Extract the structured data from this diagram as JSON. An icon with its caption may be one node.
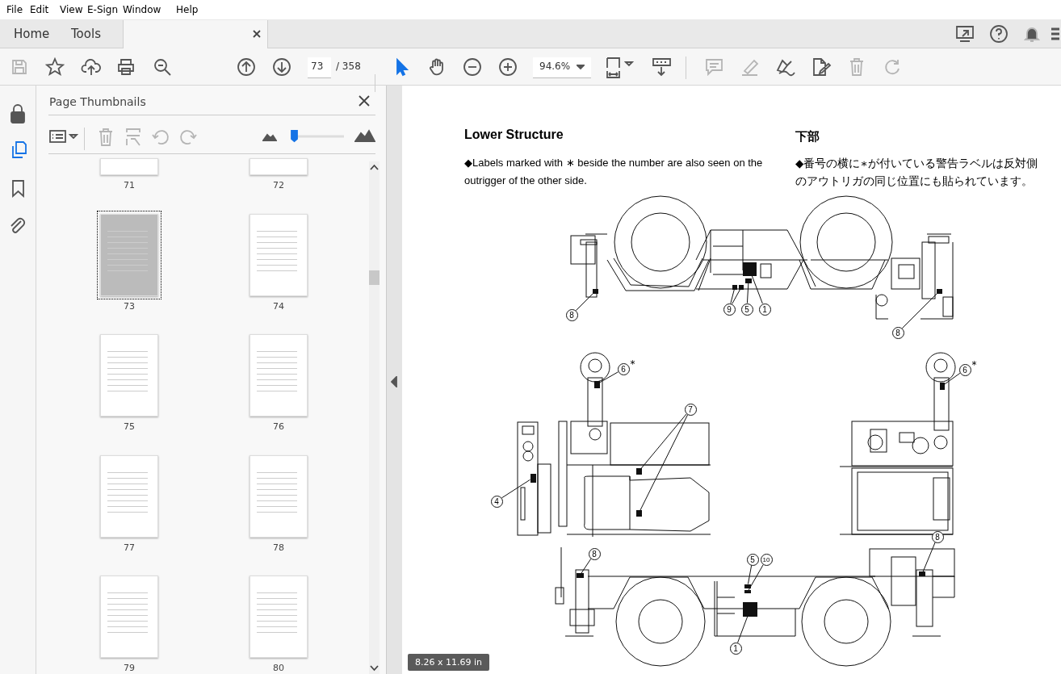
{
  "diagram": {
    "title": "Lower Structure",
    "nodes": [
      {
        "text": [
          "8"
        ]
      },
      {
        "text": [],
        "shape": "box"
      },
      {
        "text": [
          "9"
        ]
      },
      {
        "text": [],
        "shape": "box"
      },
      {
        "text": [],
        "shape": "box"
      },
      {
        "text": [
          "5"
        ]
      },
      {
        "text": [],
        "shape": "box"
      },
      {
        "text": [
          "1"
        ]
      },
      {
        "text": [],
        "shape": "box"
      },
      {
        "text": [
          "8"
        ]
      },
      {
        "text": [],
        "shape": "box"
      },
      {
        "text": [
          "6"
        ],
        "beside": [
          "*"
        ]
      },
      {
        "text": [],
        "shape": "box"
      },
      {
        "text": [
          "7"
        ]
      },
      {
        "text": [],
        "shape": "box"
      },
      {
        "text": [],
        "shape": "box"
      },
      {
        "text": [
          "4"
        ]
      },
      {
        "text": [],
        "shape": "box"
      },
      {
        "text": [
          "6"
        ],
        "beside": [
          "*"
        ]
      },
      {
        "text": [],
        "shape": "box"
      },
      {
        "text": [
          "8"
        ]
      },
      {
        "text": [],
        "shape": "box"
      },
      {
        "text": [
          "8"
        ]
      },
      {
        "text": [],
        "shape": "box"
      },
      {
        "text": [
          "5"
        ]
      },
      {
        "text": [],
        "shape": "box"
      },
      {
        "text": [
          "10"
        ]
      },
      {
        "text": [],
        "shape": "box"
      },
      {
        "text": [
          "1"
        ]
      },
      {
        "text": [],
        "shape": "box"
      }
    ],
    "edges": [
      {
        "from": 0,
        "to": 1,
        "arrow": "none"
      },
      {
        "from": 2,
        "to": 3,
        "arrow": "none"
      },
      {
        "from": 2,
        "to": 4,
        "arrow": "none"
      },
      {
        "from": 5,
        "to": 6,
        "arrow": "none"
      },
      {
        "from": 7,
        "to": 8,
        "arrow": "none"
      },
      {
        "from": 9,
        "to": 10,
        "arrow": "none"
      },
      {
        "from": 11,
        "to": 12,
        "arrow": "none"
      },
      {
        "from": 13,
        "to": 14,
        "arrow": "none"
      },
      {
        "from": 13,
        "to": 15,
        "arrow": "none"
      },
      {
        "from": 16,
        "to": 17,
        "arrow": "none"
      },
      {
        "from": 18,
        "to": 19,
        "arrow": "none"
      },
      {
        "from": 20,
        "to": 21,
        "arrow": "none"
      },
      {
        "from": 22,
        "to": 23,
        "arrow": "none"
      },
      {
        "from": 24,
        "to": 25,
        "arrow": "none"
      },
      {
        "from": 26,
        "to": 27,
        "arrow": "none"
      },
      {
        "from": 28,
        "to": 29,
        "arrow": "none"
      }
    ],
    "labels": [
      "File",
      "Edit",
      "View",
      "E-Sign",
      "Window",
      "Help",
      "Home",
      "Tools",
      "73",
      "/ 358",
      "94.6%",
      "Page Thumbnails",
      "71",
      "72",
      "73",
      "74",
      "75",
      "76",
      "77",
      "78",
      "79",
      "80",
      "下部",
      "◆Labels marked with ∗ beside the number are also seen on the outrigger of the other side.",
      "◆番号の横に∗が付いている警告ラベルは反対側のアウトリガの同じ位置にも貼られています。",
      "8.26 x 11.69 in"
    ]
  }
}
